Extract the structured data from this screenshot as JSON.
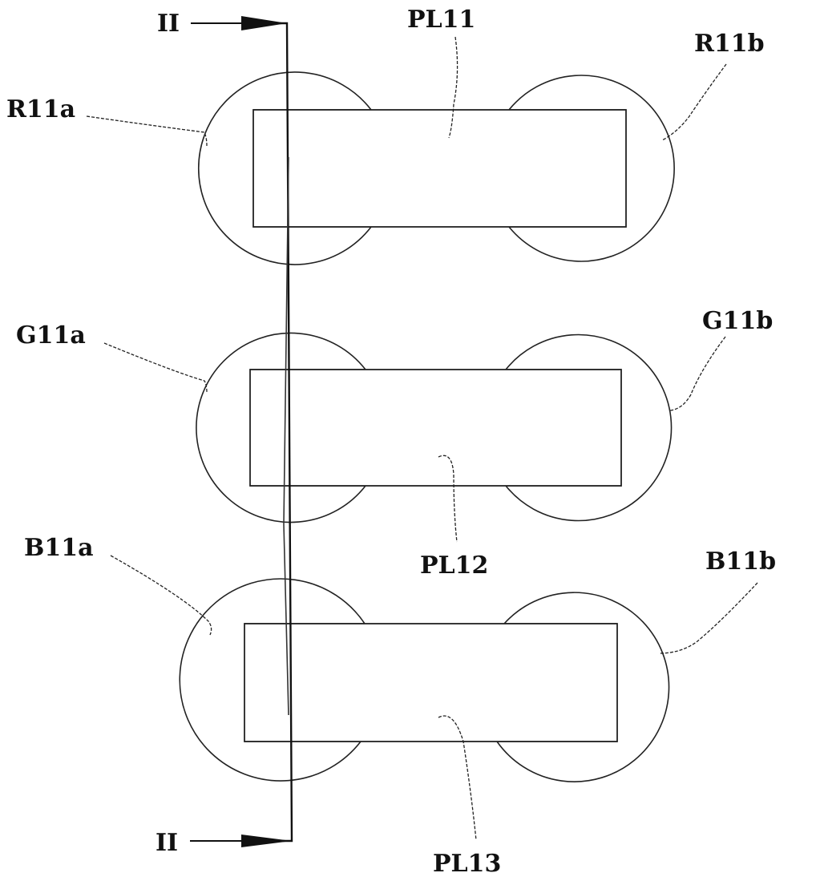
{
  "section_marker": {
    "top": "II",
    "bottom": "II"
  },
  "labels": {
    "r11a": "R11a",
    "r11b": "R11b",
    "pl11": "PL11",
    "g11a": "G11a",
    "g11b": "G11b",
    "pl12": "PL12",
    "b11a": "B11a",
    "b11b": "B11b",
    "pl13": "PL13"
  },
  "colors": {
    "line": "#222222",
    "background": "#ffffff"
  }
}
